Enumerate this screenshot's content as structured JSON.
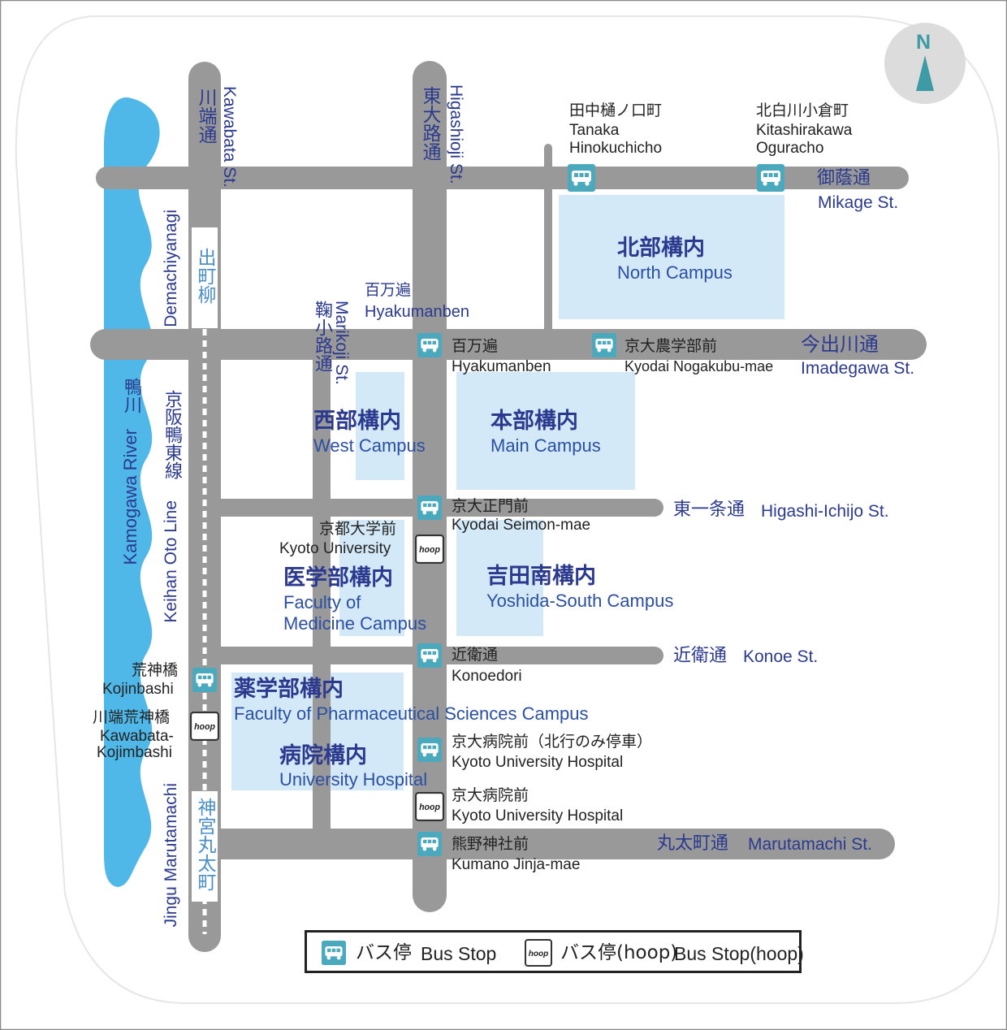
{
  "compass": {
    "label": "N"
  },
  "roads": {
    "kawabata": {
      "jp": "川端通",
      "en": "Kawabata St."
    },
    "higashioji": {
      "jp": "東大路通",
      "en": "Higashioji St."
    },
    "mikage": {
      "jp": "御蔭通",
      "en": "Mikage St."
    },
    "imadegawa": {
      "jp": "今出川通",
      "en": "Imadegawa St."
    },
    "marikoji": {
      "jp": "鞠小路通",
      "en": "Marikoji St."
    },
    "higashi_ichijo": {
      "jp": "東一条通",
      "en": "Higashi-Ichijo St."
    },
    "konoe": {
      "jp": "近衛通",
      "en": "Konoe St."
    },
    "marutamachi": {
      "jp": "丸太町通",
      "en": "Marutamachi St."
    }
  },
  "river": {
    "jp": "鴨川",
    "en": "Kamogawa River"
  },
  "railway": {
    "jp": "京阪鴨東線",
    "en": "Keihan Oto Line"
  },
  "stations": {
    "demachiyanagi": {
      "jp": "出町柳",
      "en": "Demachiyanagi"
    },
    "jingu": {
      "jp": "神宮丸太町",
      "en": "Jingu Marutamachi"
    }
  },
  "campuses": {
    "north": {
      "jp": "北部構内",
      "en": "North Campus"
    },
    "west": {
      "jp": "西部構内",
      "en": "West Campus"
    },
    "main": {
      "jp": "本部構内",
      "en": "Main Campus"
    },
    "medicine": {
      "jp": "医学部構内",
      "en1": "Faculty of",
      "en2": "Medicine Campus"
    },
    "yoshida_south": {
      "jp": "吉田南構内",
      "en": "Yoshida-South Campus"
    },
    "pharma": {
      "jp": "薬学部構内",
      "en": "Faculty of Pharmaceutical Sciences Campus"
    },
    "hospital": {
      "jp": "病院構内",
      "en": "University Hospital"
    }
  },
  "stops": {
    "tanaka": {
      "jp": "田中樋ノ口町",
      "en1": "Tanaka",
      "en2": "Hinokuchicho"
    },
    "kitashirakawa": {
      "jp": "北白川小倉町",
      "en1": "Kitashirakawa",
      "en2": "Oguracho"
    },
    "hyakumanben_top": {
      "jp": "百万遍",
      "en": "Hyakumanben"
    },
    "hyakumanben": {
      "jp": "百万遍",
      "en": "Hyakumanben"
    },
    "nogakubu": {
      "jp": "京大農学部前",
      "en": "Kyodai Nogakubu-mae"
    },
    "seimon": {
      "jp": "京大正門前",
      "en": "Kyodai Seimon-mae"
    },
    "kyoto_univ": {
      "jp": "京都大学前",
      "en": "Kyoto University"
    },
    "konoedori": {
      "jp": "近衛通",
      "en": "Konoedori"
    },
    "kojinbashi": {
      "jp": "荒神橋",
      "en": "Kojinbashi"
    },
    "kawabata_kojin": {
      "jp": "川端荒神橋",
      "en1": "Kawabata-",
      "en2": "Kojimbashi"
    },
    "hospital_north": {
      "jp": "京大病院前（北行のみ停車）",
      "en": "Kyoto University Hospital"
    },
    "hospital_hoop": {
      "jp": "京大病院前",
      "en": "Kyoto University Hospital"
    },
    "kumano": {
      "jp": "熊野神社前",
      "en": "Kumano Jinja-mae"
    }
  },
  "hoop_label": "hoop",
  "legend": {
    "bus_jp": "バス停",
    "bus_en": "Bus Stop",
    "hoop_jp": "バス停(hoop)",
    "hoop_en": "Bus Stop(hoop)"
  },
  "colors": {
    "road": "#999999",
    "river": "#4fb8e8",
    "campus": "#d4e9f8",
    "bus_icon": "#4aa9bd",
    "text_blue": "#2b3a8f",
    "compass_bg": "#dcdcdc"
  }
}
